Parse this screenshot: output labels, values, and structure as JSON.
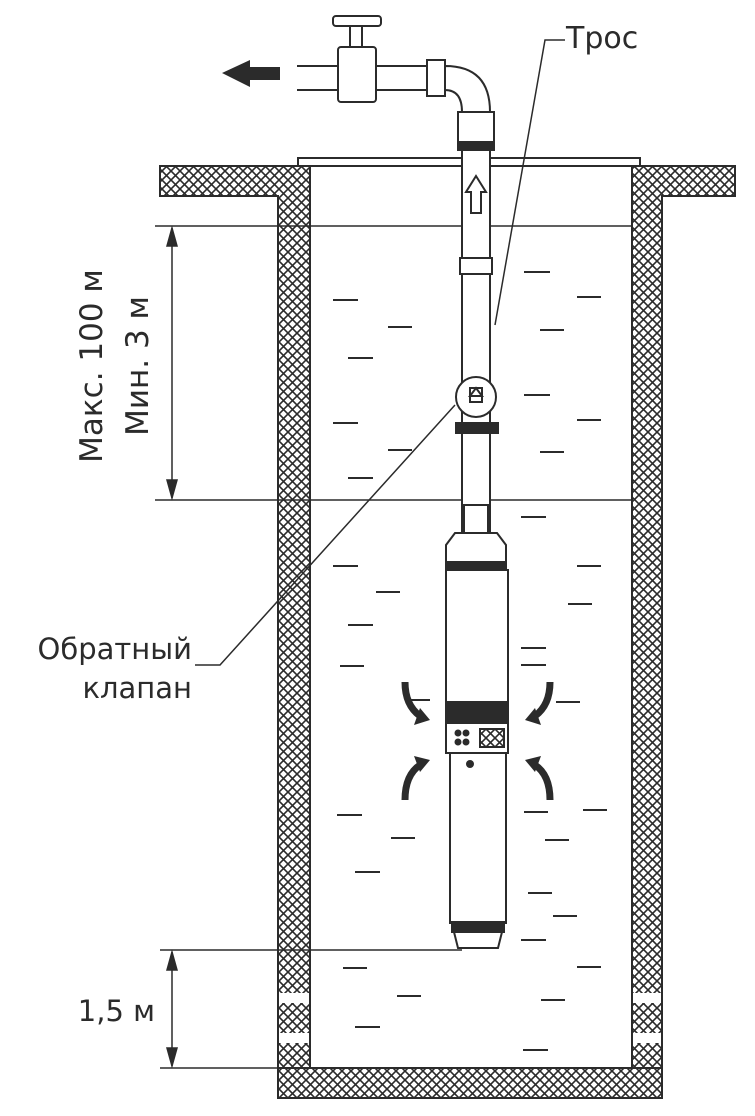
{
  "labels": {
    "cable": "Трос",
    "check_valve_line1": "Обратный",
    "check_valve_line2": "клапан",
    "depth_max": "Макс. 100 м",
    "depth_min": "Мин. 3 м",
    "bottom_gap": "1,5 м"
  },
  "colors": {
    "line": "#2b2b2b",
    "fill_white": "#ffffff",
    "band": "#2b2b2b"
  }
}
